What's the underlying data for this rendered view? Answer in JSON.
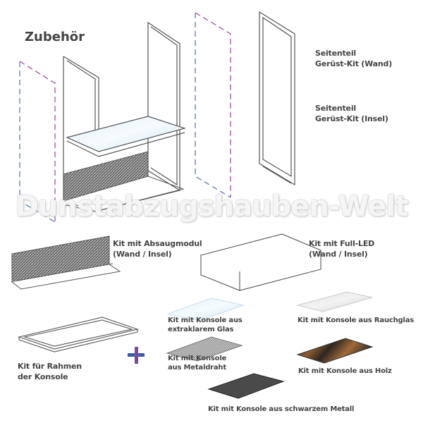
{
  "title": "Zubehör",
  "watermark": "Dunstabzugshauben-Welt",
  "labels": {
    "side_wall": [
      "Seitenteil",
      "Gerüst-Kit (Wand)"
    ],
    "side_island": [
      "Seitenteil",
      "Gerüst-Kit (Insel)"
    ],
    "absaug": [
      "Kit mit Absaugmodul",
      "(Wand / Insel)"
    ],
    "fullled": [
      "Kit mit Full-LED",
      "(Wand / Insel)"
    ],
    "rahmen": [
      "Kit für Rahmen",
      "der Konsole"
    ],
    "glas": [
      "Kit mit Konsole aus",
      "extraklarem Glas"
    ],
    "rauchglas": "Kit mit Konsole aus Rauchglas",
    "metaldraht": [
      "Kit mit Konsole",
      "aus Metaldraht"
    ],
    "holz": "Kit mit Konsole aus Holz",
    "schwarz": "Kit mit Konsole aus schwarzem Metall"
  },
  "colors": {
    "text": "#444444",
    "plus_blue": "#3b5ba8",
    "plus_purple": "#8a4a9a",
    "dash_blue": "#5b7bc0",
    "dash_purple": "#a050a0"
  }
}
